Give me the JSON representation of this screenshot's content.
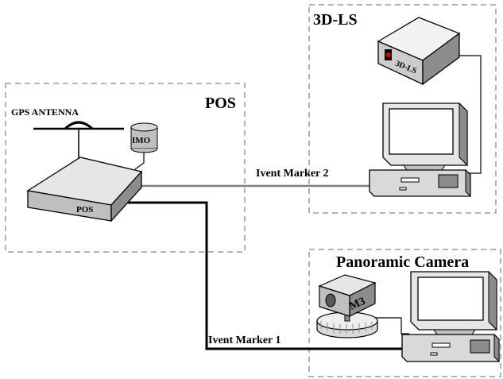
{
  "groups": {
    "pos": {
      "title": "POS"
    },
    "scanner": {
      "title": "3D-LS"
    },
    "camera": {
      "title": "Panoramic Camera"
    }
  },
  "devices": {
    "gps_antenna": {
      "label": "GPS ANTENNA"
    },
    "imo": {
      "label": "IMO"
    },
    "pos_unit": {
      "label": "POS"
    },
    "scanner_unit": {
      "label": "3D-LS"
    },
    "camera_head": {
      "label": "M3"
    }
  },
  "links": {
    "marker_2": {
      "label": "Ivent Marker 2"
    },
    "marker_1": {
      "label": "Ivent Marker 1"
    }
  },
  "colors": {
    "dashed_border": "#b3b3b3",
    "device_light": "#e6e6e6",
    "device_mid": "#bfbfbf",
    "device_dark": "#8c8c8c",
    "marker_2_line": "#808080",
    "marker_1_line": "#000000",
    "scanner_lens": "#d40000"
  }
}
